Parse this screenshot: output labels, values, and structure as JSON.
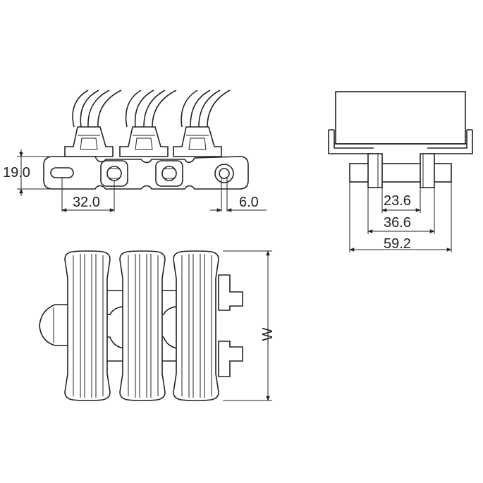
{
  "dimensions": {
    "height": "19.0",
    "pitch": "32.0",
    "pin": "6.0",
    "inner_width": "23.6",
    "middle_width": "36.6",
    "outer_width": "59.2",
    "width_label": "W"
  },
  "colors": {
    "line": "#222222",
    "background": "#ffffff"
  }
}
